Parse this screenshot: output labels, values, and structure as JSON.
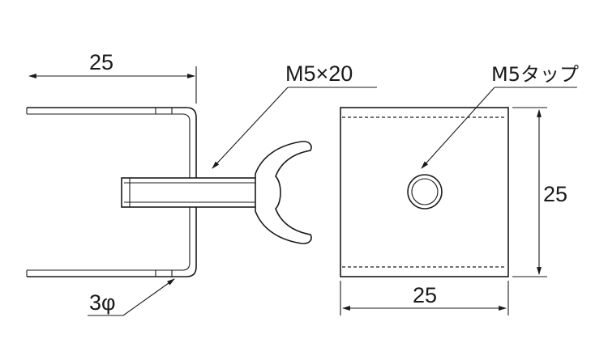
{
  "labels": {
    "side_width": "25",
    "bolt_spec": "M5×20",
    "tap_spec": "M5タップ",
    "front_height": "25",
    "front_width": "25",
    "wire_diameter": "3φ"
  },
  "colors": {
    "line": "#1a1a1a",
    "background": "#ffffff"
  }
}
